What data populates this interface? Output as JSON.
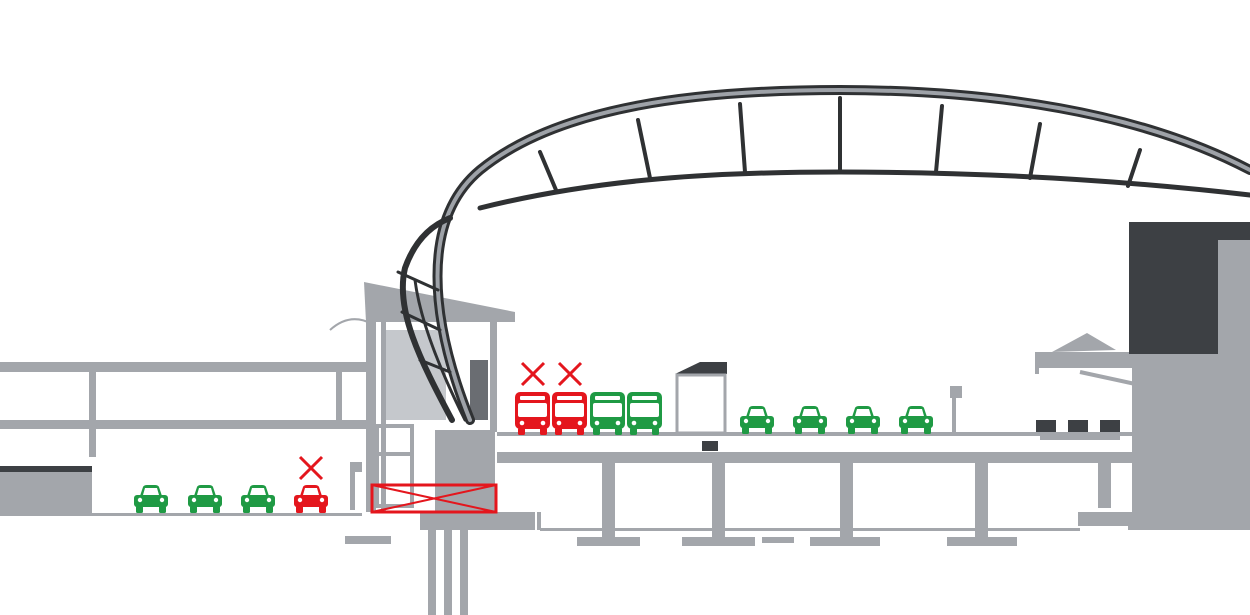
{
  "colors": {
    "background": "#ffffff",
    "structure": "#a3a6ab",
    "structure_dark": "#3d4044",
    "canopy_steel": "#2f3133",
    "canopy_highlight": "#9ea2a8",
    "available": "#1f9a44",
    "blocked": "#e4161d"
  },
  "legend_icons": {
    "vehicle_available": "green-vehicle-icon",
    "vehicle_blocked": "red-vehicle-icon",
    "blocked_marker": "red-x-icon",
    "closed_zone": "red-crossed-box-icon"
  },
  "lower_level": {
    "cars": [
      {
        "status": "available"
      },
      {
        "status": "available"
      },
      {
        "status": "available"
      },
      {
        "status": "blocked"
      }
    ]
  },
  "upper_level": {
    "buses": [
      {
        "status": "blocked"
      },
      {
        "status": "blocked"
      },
      {
        "status": "available"
      },
      {
        "status": "available"
      }
    ],
    "cars": [
      {
        "status": "available"
      },
      {
        "status": "available"
      },
      {
        "status": "available"
      },
      {
        "status": "available"
      }
    ]
  },
  "closed_zone": {
    "status": "blocked"
  }
}
